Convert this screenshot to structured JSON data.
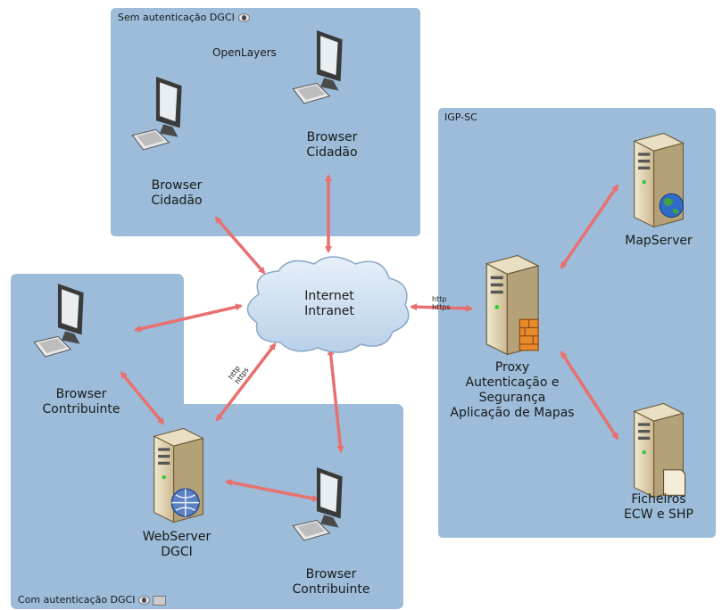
{
  "zones": {
    "top": {
      "title": "Sem autenticação DGCI",
      "title_icons": [
        "eye-icon"
      ]
    },
    "left": {
      "title": "Com autenticação DGCI",
      "title_icons": [
        "eye-icon",
        "printer-icon"
      ]
    },
    "right": {
      "title": "IGP-SC"
    }
  },
  "openlayers_label": "OpenLayers",
  "internet": {
    "line1": "Internet",
    "line2": "Intranet"
  },
  "nodes": {
    "browser_cidadao_1": {
      "line1": "Browser",
      "line2": "Cidadão",
      "icon": "computer-icon"
    },
    "browser_cidadao_2": {
      "line1": "Browser",
      "line2": "Cidadão",
      "icon": "computer-icon"
    },
    "browser_contribuinte_1": {
      "line1": "Browser",
      "line2": "Contribuinte",
      "icon": "computer-icon"
    },
    "browser_contribuinte_2": {
      "line1": "Browser",
      "line2": "Contribuinte",
      "icon": "computer-icon"
    },
    "webserver": {
      "line1": "WebServer",
      "line2": "DGCI",
      "icon": "web-server-icon"
    },
    "mapserver": {
      "line1": "MapServer",
      "icon": "globe-server-icon"
    },
    "proxy": {
      "line1": "Proxy",
      "line2": "Autenticação e",
      "line3": "Segurança",
      "line4": "Aplicação de Mapas",
      "icon": "firewall-server-icon"
    },
    "ficheiros": {
      "line1": "Ficheiros",
      "line2": "ECW e SHP",
      "icon": "file-server-icon"
    }
  },
  "protocols": {
    "internet_proxy": {
      "line1": "http",
      "line2": "https"
    },
    "internet_webserver": {
      "line1": "http",
      "line2": "https"
    }
  },
  "colors": {
    "zone": "#9cbcd9",
    "arrow": "#e87070",
    "cloud": "#cfe0f0"
  }
}
